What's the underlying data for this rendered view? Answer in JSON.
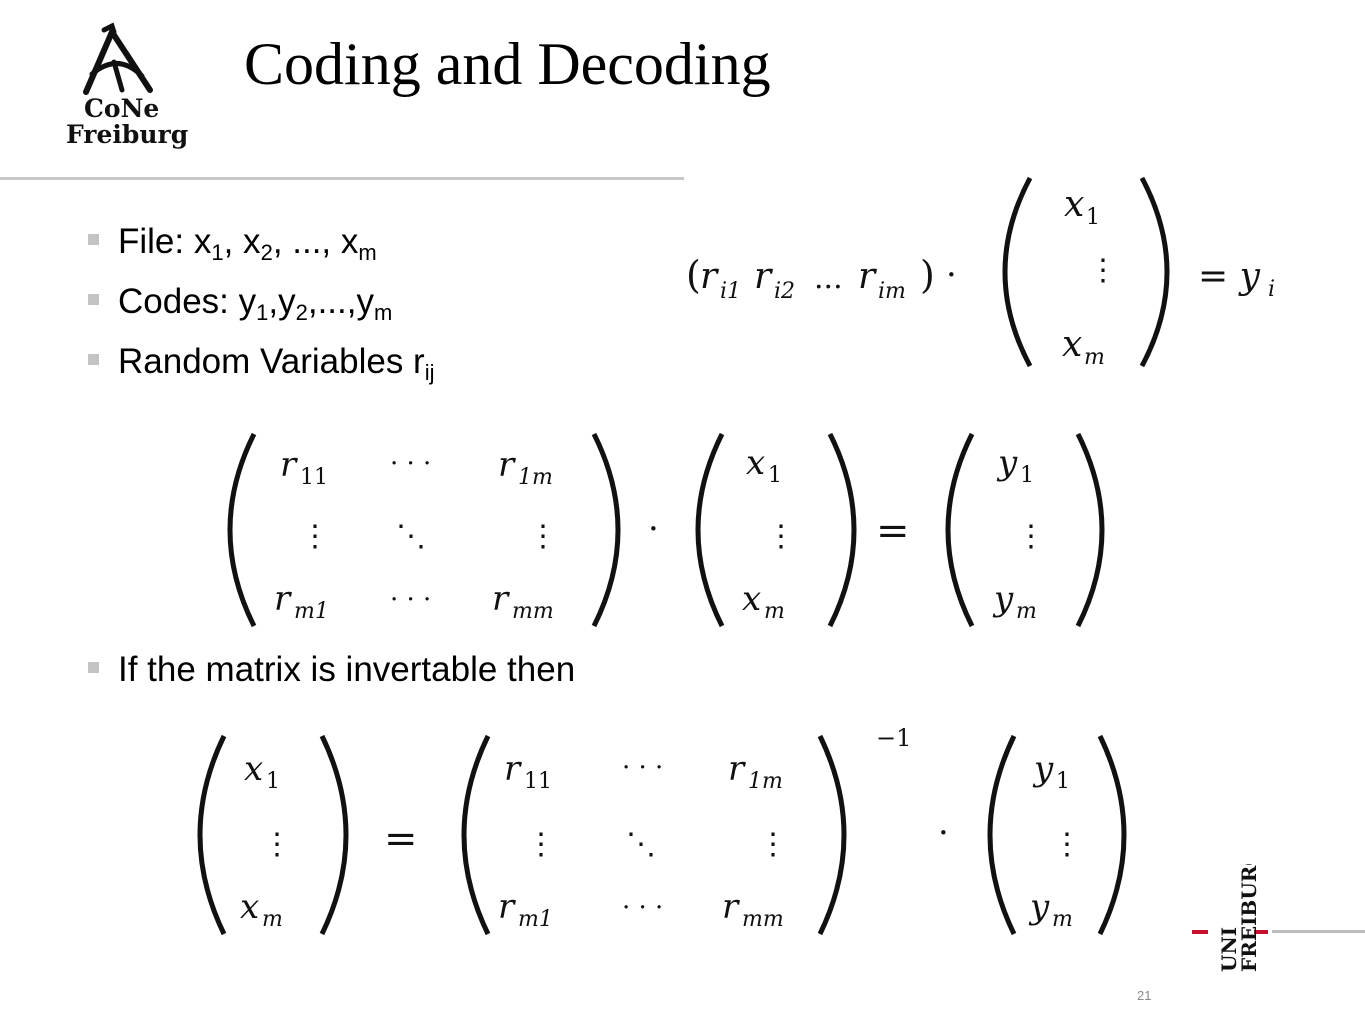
{
  "slide": {
    "title": "Coding and Decoding",
    "page_number": "21"
  },
  "logo_cone": {
    "line1": "CoNe",
    "line2": "Freiburg"
  },
  "logo_university": {
    "line1": "UNI",
    "line2": "FREIBURG"
  },
  "bullets": [
    {
      "label": "File: x",
      "parts": [
        "1",
        ", x",
        "2",
        ", ..., x",
        "m"
      ]
    },
    {
      "label": "Codes: y",
      "parts": [
        "1",
        ",y",
        "2",
        ",...,y",
        "m"
      ]
    },
    {
      "label": "Random Variables r",
      "parts": [
        "ij"
      ]
    },
    {
      "label": "If the matrix is invertable then"
    }
  ],
  "formulas": {
    "row_product": {
      "row": "(r",
      "row_subs": [
        "i1",
        "i2",
        "im"
      ],
      "dots": "...",
      "col_top": "x",
      "col_top_sub": "1",
      "col_bot": "x",
      "col_bot_sub": "m",
      "rhs": "= y",
      "rhs_sub": "i",
      "dot": "·"
    },
    "matrix_equation": {
      "r11": "11",
      "r1m": "1m",
      "rm1": "m1",
      "rmm": "mm",
      "x1": "1",
      "xm": "m",
      "y1": "1",
      "ym": "m",
      "hdots": "· · ·",
      "equals": "=",
      "dot": "·"
    },
    "inverse_equation": {
      "exponent": "−1",
      "equals": "=",
      "dot": "·",
      "hdots": "· · ·"
    }
  }
}
